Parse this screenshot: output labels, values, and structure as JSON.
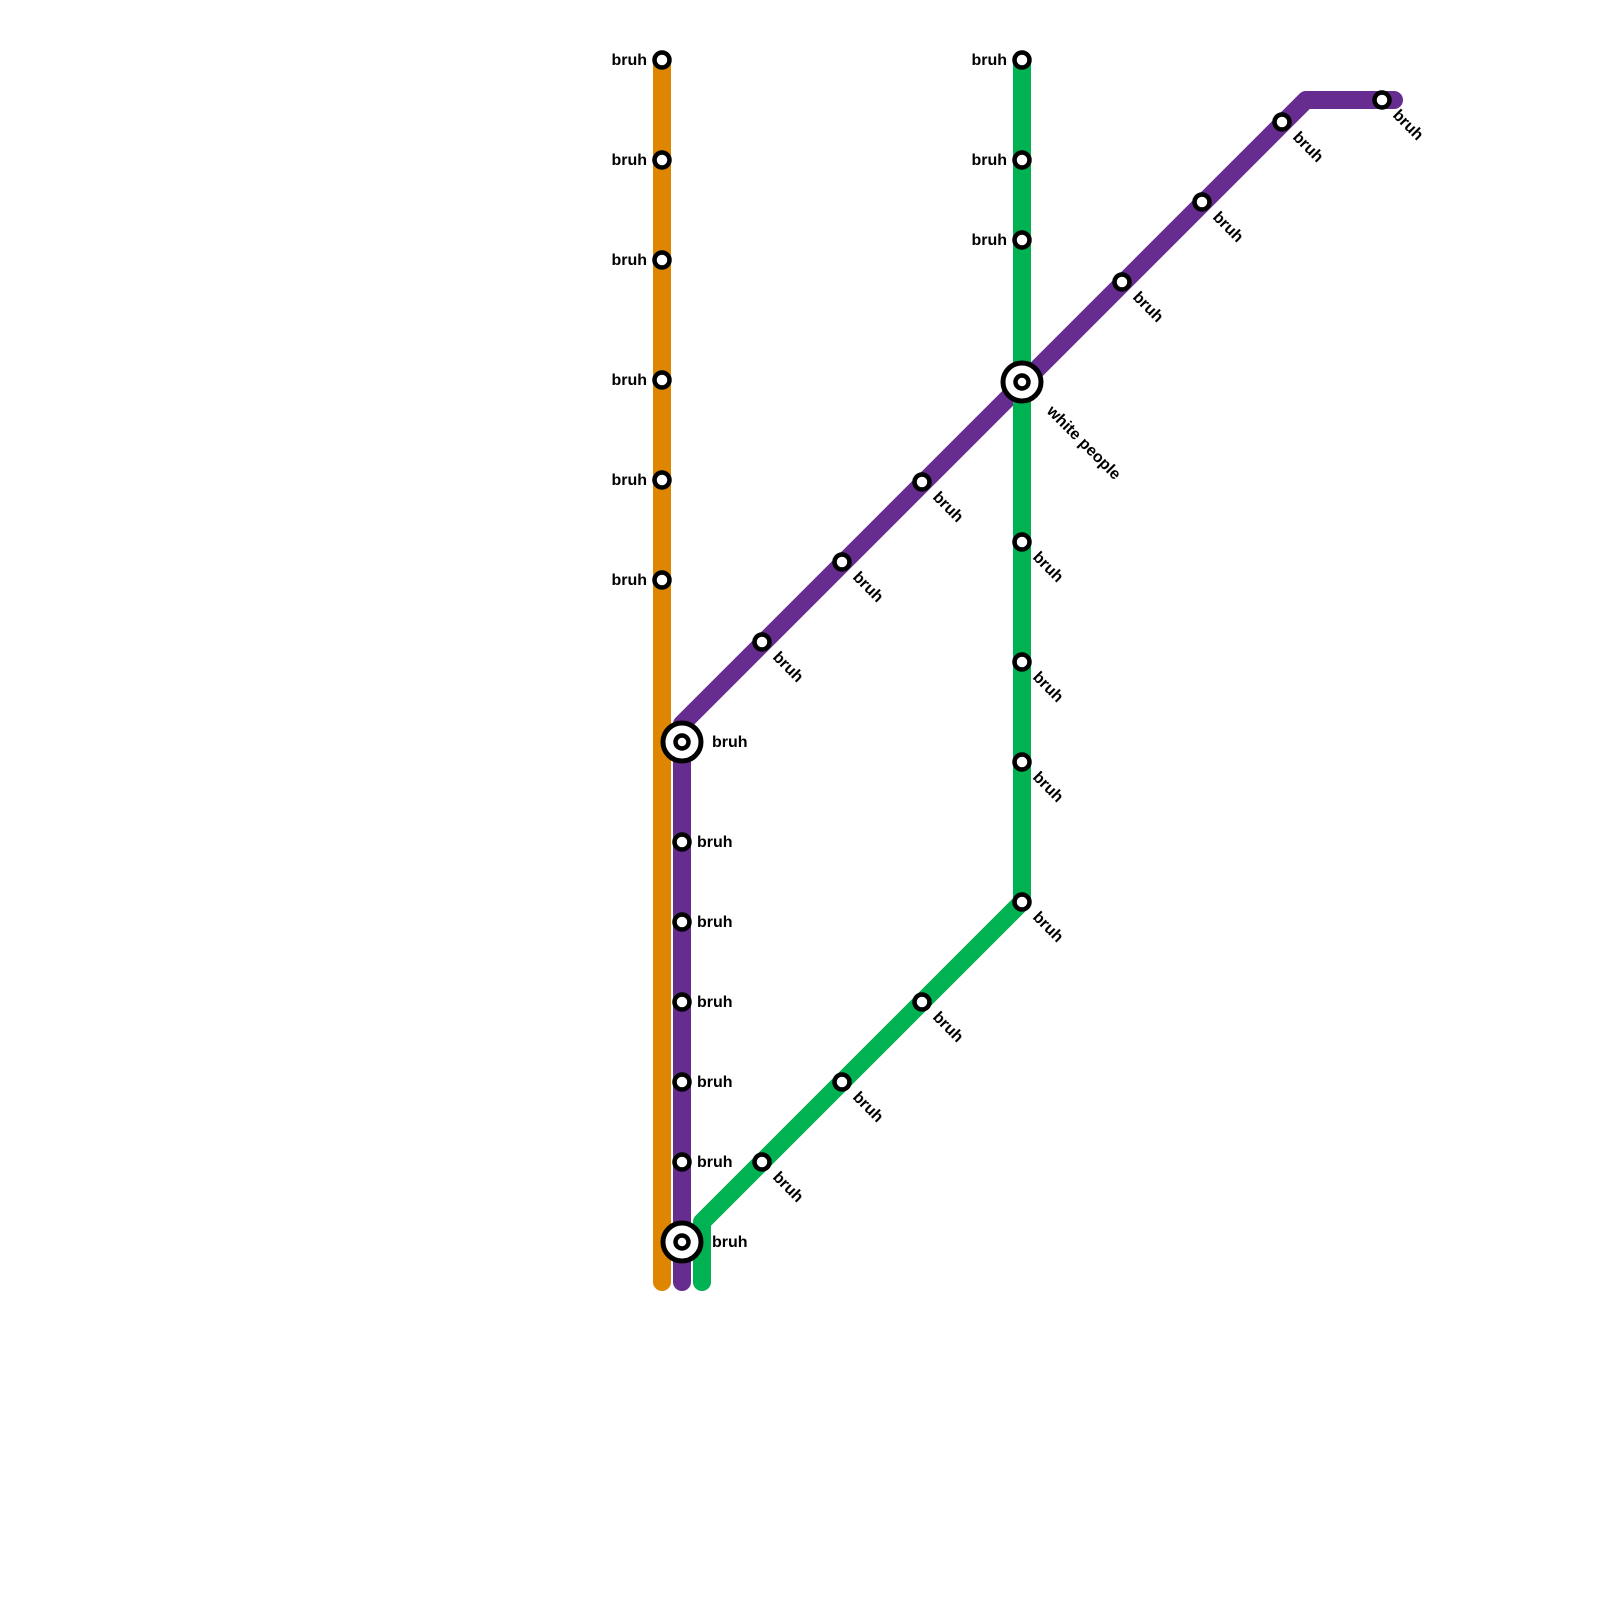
{
  "lines": [
    {
      "id": "orange",
      "color": "#DF8600"
    },
    {
      "id": "purple",
      "color": "#662C90"
    },
    {
      "id": "green",
      "color": "#00B251"
    }
  ],
  "stations": {
    "orange_1": "bruh",
    "orange_2": "bruh",
    "orange_3": "bruh",
    "orange_4": "bruh",
    "orange_5": "bruh",
    "orange_6": "bruh",
    "purple_interchange_1": "bruh",
    "purple_1": "bruh",
    "purple_2": "bruh",
    "purple_3": "bruh",
    "purple_4": "bruh",
    "purple_5": "bruh",
    "interchange_bottom": "bruh",
    "purple_diag_1": "bruh",
    "purple_diag_2": "bruh",
    "purple_diag_3": "bruh",
    "white_people": "white people",
    "purple_ne_1": "bruh",
    "purple_ne_2": "bruh",
    "purple_ne_3": "bruh",
    "purple_terminus": "bruh",
    "green_top_1": "bruh",
    "green_top_2": "bruh",
    "green_top_3": "bruh",
    "green_mid_1": "bruh",
    "green_mid_2": "bruh",
    "green_mid_3": "bruh",
    "green_bend": "bruh",
    "green_diag_1": "bruh",
    "green_diag_2": "bruh",
    "green_diag_3": "bruh"
  }
}
